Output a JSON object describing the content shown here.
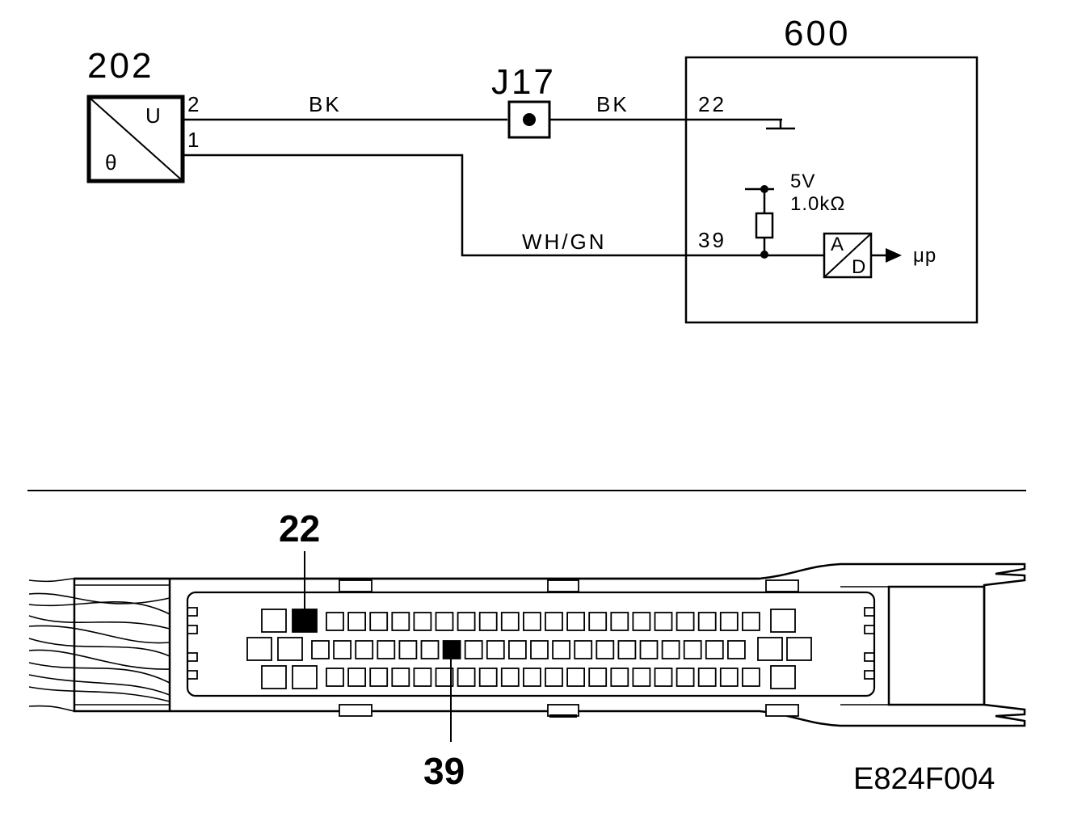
{
  "schematic": {
    "sensor": {
      "id": "202",
      "u_label": "U",
      "theta_label": "θ",
      "pin_top": "2",
      "pin_bottom": "1"
    },
    "junction": {
      "id": "J17"
    },
    "wires": {
      "top_left": "BK",
      "top_right": "BK",
      "bottom": "WH/GN"
    },
    "ecu": {
      "id": "600",
      "pin_ground": "22",
      "pin_signal": "39",
      "voltage": "5V",
      "resistance": "1.0kΩ",
      "adc_top": "A",
      "adc_bottom": "D",
      "output": "μp"
    }
  },
  "connector": {
    "callout_top": "22",
    "callout_bottom": "39"
  },
  "figure_code": "E824F004"
}
